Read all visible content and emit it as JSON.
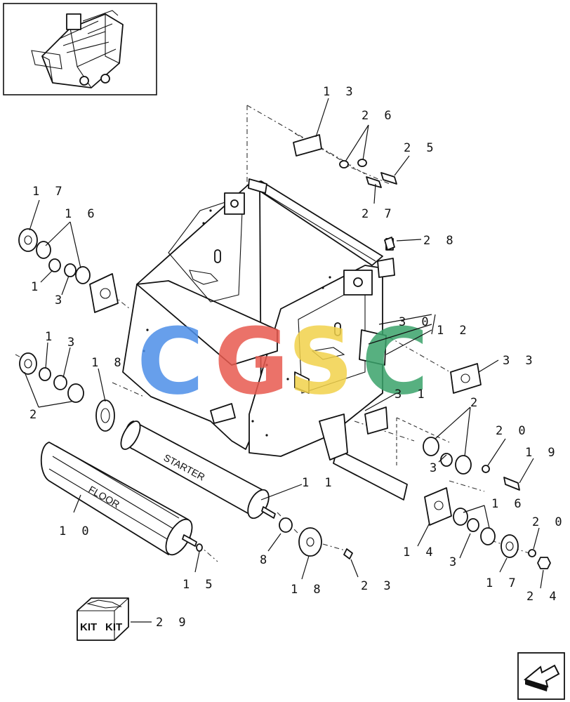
{
  "diagram": {
    "roller_labels": {
      "starter": "STARTER",
      "floor": "FLOOR"
    },
    "kit_label": "KIT",
    "watermark": {
      "letters": [
        "C",
        "G",
        "S",
        "C"
      ],
      "colors": [
        "#4d8fe8",
        "#e85a4f",
        "#f2d24b",
        "#3aa36b"
      ]
    },
    "callouts": [
      {
        "id": "c13a",
        "text": "1 3"
      },
      {
        "id": "c26",
        "text": "2 6"
      },
      {
        "id": "c25",
        "text": "2 5"
      },
      {
        "id": "c27",
        "text": "2 7"
      },
      {
        "id": "c28",
        "text": "2 8"
      },
      {
        "id": "c17a",
        "text": "1 7"
      },
      {
        "id": "c16a",
        "text": "1 6"
      },
      {
        "id": "c1a",
        "text": "1"
      },
      {
        "id": "c3a",
        "text": "3"
      },
      {
        "id": "c1b",
        "text": "1"
      },
      {
        "id": "c3b",
        "text": "3"
      },
      {
        "id": "c2a",
        "text": "2"
      },
      {
        "id": "c18a",
        "text": "1 8"
      },
      {
        "id": "c30",
        "text": "3 0"
      },
      {
        "id": "c12",
        "text": "1 2"
      },
      {
        "id": "c33",
        "text": "3 3"
      },
      {
        "id": "c31",
        "text": "3 1"
      },
      {
        "id": "c2b",
        "text": "2"
      },
      {
        "id": "c20a",
        "text": "2 0"
      },
      {
        "id": "c19",
        "text": "1 9"
      },
      {
        "id": "c3c",
        "text": "3"
      },
      {
        "id": "c11",
        "text": "1 1"
      },
      {
        "id": "c10",
        "text": "1 0"
      },
      {
        "id": "c16b",
        "text": "1 6"
      },
      {
        "id": "c20b",
        "text": "2 0"
      },
      {
        "id": "c14",
        "text": "1 4"
      },
      {
        "id": "c3d",
        "text": "3"
      },
      {
        "id": "c17b",
        "text": "1 7"
      },
      {
        "id": "c24",
        "text": "2 4"
      },
      {
        "id": "c8",
        "text": "8"
      },
      {
        "id": "c15",
        "text": "1 5"
      },
      {
        "id": "c18b",
        "text": "1 8"
      },
      {
        "id": "c23",
        "text": "2 3"
      },
      {
        "id": "c29",
        "text": "2 9"
      }
    ]
  }
}
